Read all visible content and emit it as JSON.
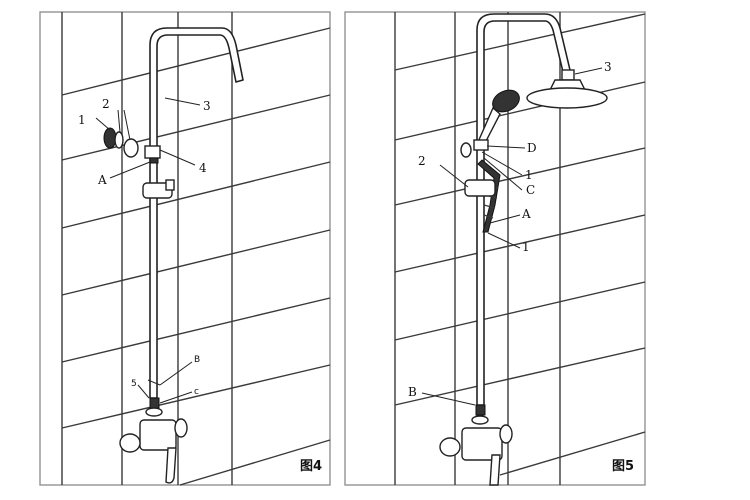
{
  "figures": [
    {
      "caption": "图4",
      "callouts": {
        "c1": "1",
        "c2": "2",
        "c3": "3",
        "c4": "4",
        "cA": "A",
        "cB": "B",
        "c5": "5",
        "cc": "c"
      }
    },
    {
      "caption": "图5",
      "callouts": {
        "c3": "3",
        "cD": "D",
        "c2": "2",
        "c1a": "1",
        "cC": "C",
        "cA": "A",
        "c1b": "1",
        "cB": "B"
      }
    }
  ]
}
